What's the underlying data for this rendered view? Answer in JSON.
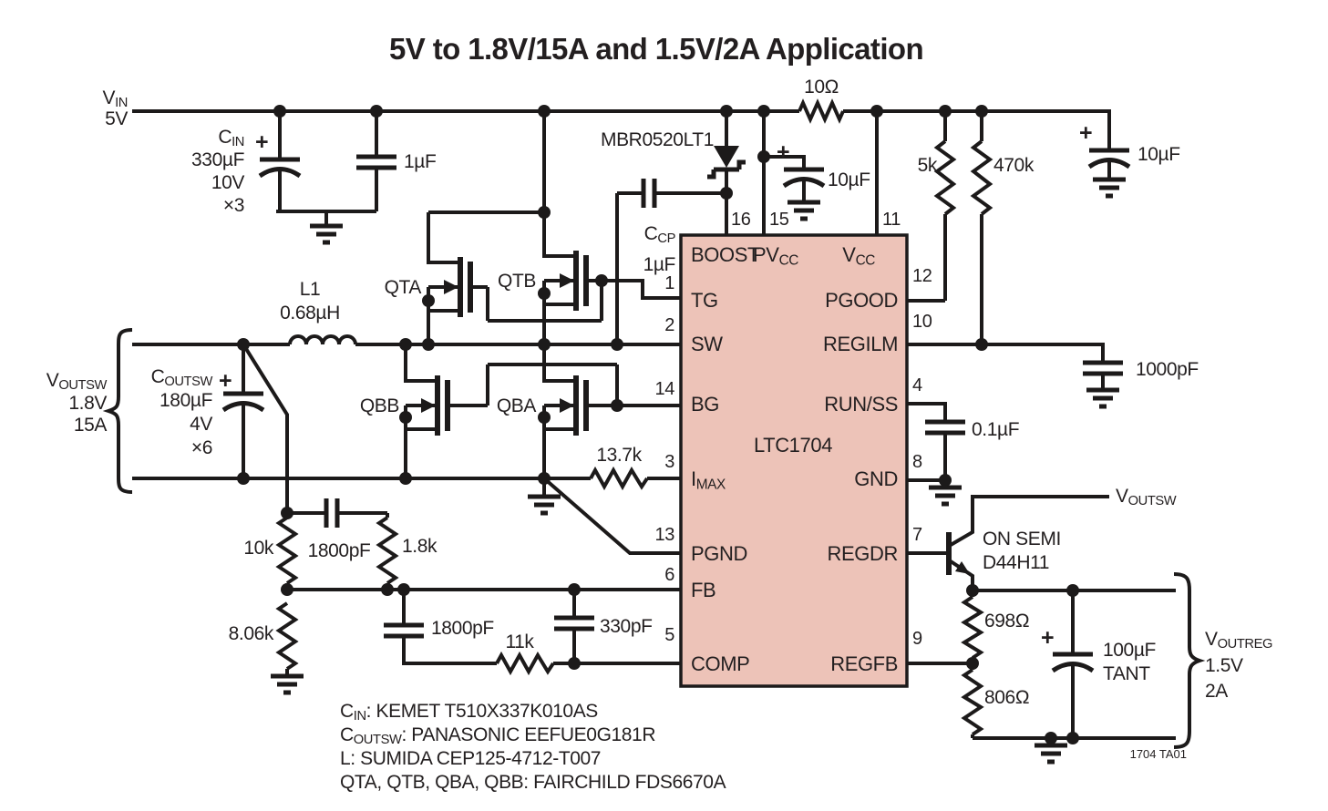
{
  "title": "5V to 1.8V/15A and 1.5V/2A Application",
  "colors": {
    "wire": "#1c1a1a",
    "ic_fill": "#edc3b8",
    "ic_border": "#1c1a1a",
    "text": "#231f20"
  },
  "input": {
    "vin": {
      "m": "V",
      "s": "IN",
      "value": "5V"
    },
    "cin": {
      "m": "C",
      "s": "IN",
      "lines": [
        "330µF",
        "10V",
        "×3"
      ],
      "plus": "+"
    },
    "bypass_cap": "1µF"
  },
  "charge_pump": {
    "diode": "MBR0520LT1",
    "ccp": {
      "m": "C",
      "s": "CP",
      "value": "1µF"
    }
  },
  "supply": {
    "r10": "10Ω",
    "pvcc_cap": {
      "value": "10µF",
      "plus": "+"
    },
    "r5k": "5k",
    "r470k": "470k",
    "vcc_cap": {
      "value": "10µF",
      "plus": "+"
    }
  },
  "power_stage": {
    "qta": "QTA",
    "qtb": "QTB",
    "qbb": "QBB",
    "qba": "QBA",
    "l1": {
      "name": "L1",
      "value": "0.68µH"
    },
    "coutsw": {
      "m": "C",
      "s": "OUTSW",
      "lines": [
        "180µF",
        "4V",
        "×6"
      ],
      "plus": "+"
    },
    "voutsw": {
      "m": "V",
      "s": "OUTSW",
      "lines": [
        "1.8V",
        "15A"
      ]
    },
    "r_imax": "13.7k"
  },
  "feedback": {
    "r10k": "10k",
    "c1800a": "1800pF",
    "r1k8": "1.8k",
    "r8k06": "8.06k",
    "c1800b": "1800pF",
    "r11k": "11k",
    "c330": "330pF"
  },
  "ic": {
    "name": "LTC1704",
    "pins_left": {
      "boost": "BOOST",
      "pvcc": {
        "m": "PV",
        "s": "CC"
      },
      "tg": "TG",
      "sw": "SW",
      "bg": "BG",
      "imax": {
        "m": "I",
        "s": "MAX"
      },
      "pgnd": "PGND",
      "fb": "FB",
      "comp": "COMP"
    },
    "pins_right": {
      "vcc": {
        "m": "V",
        "s": "CC"
      },
      "pgood": "PGOOD",
      "regilm": "REGILM",
      "runss": "RUN/SS",
      "gnd": "GND",
      "regdr": "REGDR",
      "regfb": "REGFB"
    },
    "numbers": {
      "n16": "16",
      "n15": "15",
      "n11": "11",
      "n1": "1",
      "n2": "2",
      "n14": "14",
      "n3": "3",
      "n13": "13",
      "n6": "6",
      "n5": "5",
      "n12": "12",
      "n10": "10",
      "n4": "4",
      "n8": "8",
      "n7": "7",
      "n9": "9"
    }
  },
  "ic_support": {
    "runss_cap": "0.1µF",
    "regilm_cap": "1000pF"
  },
  "linear_reg": {
    "transistor": [
      "ON SEMI",
      "D44H11"
    ],
    "voutsw_feed": {
      "m": "V",
      "s": "OUTSW"
    },
    "r698": "698Ω",
    "r806": "806Ω",
    "cout": {
      "value": "100µF",
      "type": "TANT",
      "plus": "+"
    },
    "voutreg": {
      "m": "V",
      "s": "OUTREG",
      "lines": [
        "1.5V",
        "2A"
      ]
    }
  },
  "notes": {
    "n1": {
      "m": "C",
      "s": "IN",
      "rest": ": KEMET T510X337K010AS"
    },
    "n2": {
      "m": "C",
      "s": "OUTSW",
      "rest": ": PANASONIC EEFUE0G181R"
    },
    "n3": "L: SUMIDA CEP125-4712-T007",
    "n4": "QTA, QTB, QBA, QBB: FAIRCHILD FDS6670A"
  },
  "tag": "1704 TA01"
}
